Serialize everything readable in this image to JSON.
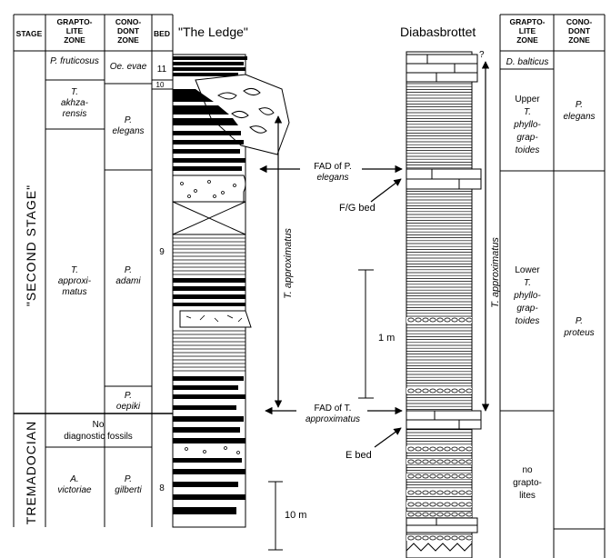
{
  "left_table": {
    "headers": {
      "stage": "STAGE",
      "grapto": [
        "GRAPTO-",
        "LITE",
        "ZONE"
      ],
      "conodont": [
        "CONO-",
        "DONT",
        "ZONE"
      ],
      "bed": "BED"
    },
    "stage_second": "\"SECOND STAGE\"",
    "stage_tremadocian": "TREMADOCIAN",
    "grapto_zones": {
      "fruticosus": "P. fruticosus",
      "akhzarensis": [
        "T.",
        "akhza-",
        "rensis"
      ],
      "approximatus": [
        "T.",
        "approxi-",
        "matus"
      ],
      "no_fossils": [
        "No",
        "diagnostic fossils"
      ],
      "victoriae": [
        "A.",
        "victoriae"
      ]
    },
    "conodont_zones": {
      "evae": "Oe. evae",
      "elegans": [
        "P.",
        "elegans"
      ],
      "adami": [
        "P.",
        "adami"
      ],
      "oepiki": [
        "P.",
        "oepiki"
      ],
      "gilberti": [
        "P.",
        "gilberti"
      ]
    },
    "beds": [
      "11",
      "10",
      "9",
      "8"
    ]
  },
  "columns": {
    "ledge_title": "\"The Ledge\"",
    "diabas_title": "Diabasbrottet"
  },
  "annotations": {
    "fad_elegans": [
      "FAD of P.",
      "elegans"
    ],
    "fad_approximatus": [
      "FAD of T.",
      "approximatus"
    ],
    "fg_bed": "F/G bed",
    "e_bed": "E bed",
    "approx_range": "T. approximatus",
    "scale_1m": "1 m",
    "scale_10m": "10 m",
    "question": "?"
  },
  "right_table": {
    "headers": {
      "grapto": [
        "GRAPTO-",
        "LITE",
        "ZONE"
      ],
      "conodont": [
        "CONO-",
        "DONT",
        "ZONE"
      ]
    },
    "grapto_zones": {
      "balticus": "D. balticus",
      "upper": [
        "Upper",
        "T.",
        "phyllo-",
        "grap-",
        "toides"
      ],
      "lower": [
        "Lower",
        "T.",
        "phyllo-",
        "grap-",
        "toides"
      ],
      "none": [
        "no",
        "grapto-",
        "lites"
      ]
    },
    "conodont_zones": {
      "elegans": [
        "P.",
        "elegans"
      ],
      "proteus": [
        "P.",
        "proteus"
      ]
    }
  }
}
